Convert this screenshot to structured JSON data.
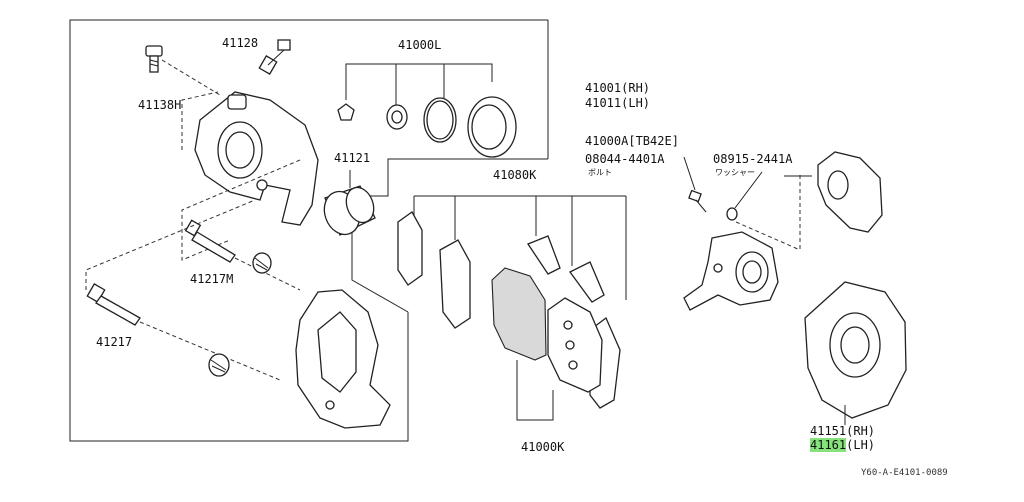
{
  "labels": {
    "p41128": "41128",
    "p41138h": "41138H",
    "p41000l": "41000L",
    "p41001rh": "41001(RH)",
    "p41011lh": "41011(LH)",
    "p41121": "41121",
    "p41217m": "41217M",
    "p41217": "41217",
    "p41080k": "41080K",
    "p41000k": "41000K",
    "p41000a": "41000A[TB42E]",
    "p08044": "08044-4401A",
    "bolt_jp": "ボルト",
    "p08915": "08915-2441A",
    "washer_jp": "ワッシャー",
    "p41151rh": "41151(RH)",
    "p41161lh_num": "41161",
    "p41161lh_side": "(LH)",
    "diagram_ref": "Y60-A-E4101-0089"
  }
}
